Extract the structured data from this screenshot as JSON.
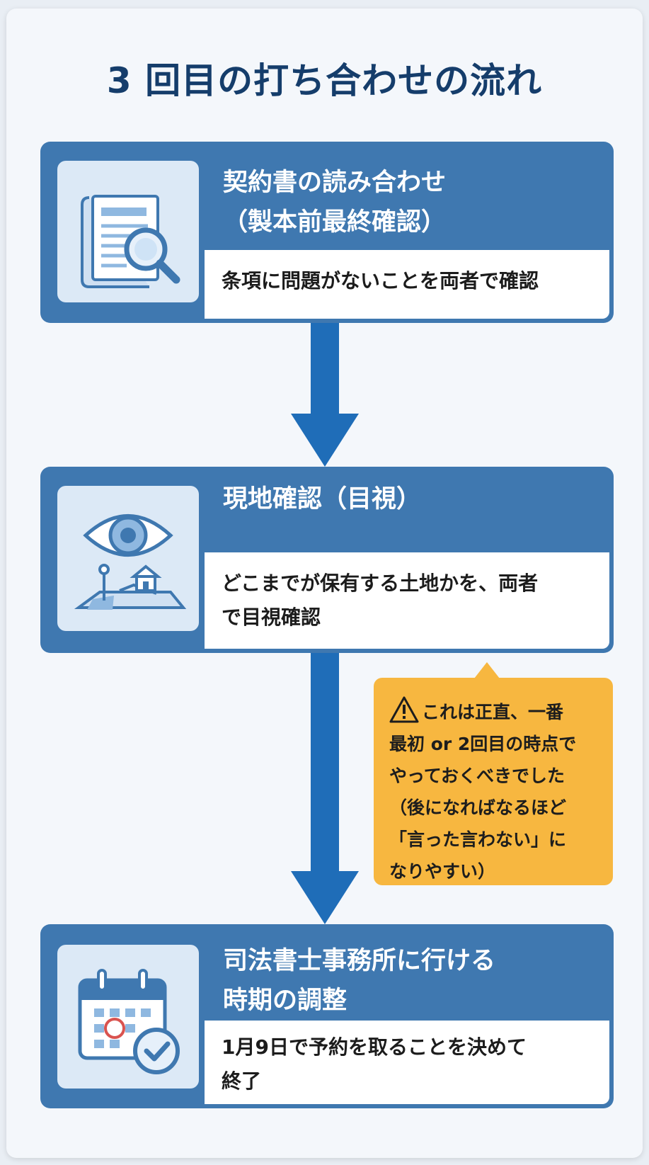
{
  "title": "3 回目の打ち合わせの流れ",
  "steps": [
    {
      "icon": "document-magnifier-icon",
      "title_lines": [
        "契約書の読み合わせ",
        "（製本前最終確認）"
      ],
      "desc_lines": [
        "条項に問題がないことを両者で確認"
      ]
    },
    {
      "icon": "eye-land-map-icon",
      "title_lines": [
        "現地確認（目視）"
      ],
      "desc_lines": [
        "どこまでが保有する土地かを、両者",
        "で目視確認"
      ]
    },
    {
      "icon": "calendar-check-icon",
      "title_lines": [
        "司法書士事務所に行ける",
        "時期の調整"
      ],
      "desc_lines": [
        "1月9日で予約を取ることを決めて",
        "終了"
      ]
    }
  ],
  "note": {
    "icon": "warning-icon",
    "lines": [
      "これは正直、一番",
      "最初 or 2回目の時点で",
      "やっておくべきでした",
      "（後になればなるほど",
      "「言った言わない」に",
      "なりやすい）"
    ]
  },
  "colors": {
    "title": "#153d6b",
    "step_bg": "#3f78b0",
    "arrow": "#1f6db8",
    "note_bg": "#f7b740",
    "icon_tile": "#dce9f6"
  }
}
